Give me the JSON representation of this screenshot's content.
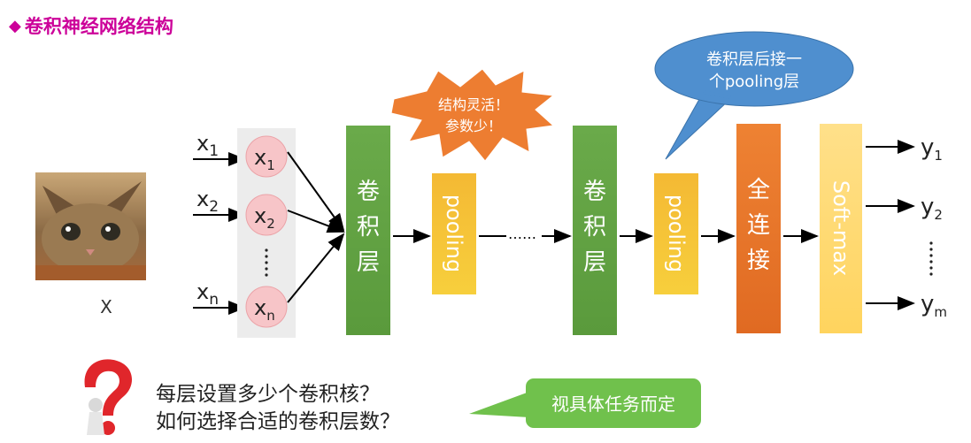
{
  "title": "卷积神经网络结构",
  "input_label": "X",
  "inputs": [
    "x1",
    "x2",
    "xn"
  ],
  "input_sub": [
    "1",
    "2",
    "n"
  ],
  "input_base": "x",
  "neurons": [
    "x1",
    "x2",
    "xn"
  ],
  "conv_label": [
    "卷",
    "积",
    "层"
  ],
  "pooling_label": "pooling",
  "fc_label": [
    "全",
    "连",
    "接"
  ],
  "softmax_label": "Soft-max",
  "dots_label": "……",
  "outputs_base": "y",
  "outputs_sub": [
    "1",
    "2",
    "m"
  ],
  "star_callout": [
    "结构灵活！",
    "参数少！"
  ],
  "bubble_callout": [
    "卷积层后接一",
    "个pooling层"
  ],
  "questions": [
    "每层设置多少个卷积核？",
    "如何选择合适的卷积层数？"
  ],
  "answer_callout": "视具体任务而定",
  "colors": {
    "title": "#cc0099",
    "conv": "#6aaa4a",
    "pooling": "#f5c030",
    "fullconnect": "#ed7b2e",
    "softmax": "#ffd966",
    "star": "#ed7d31",
    "bubble": "#4f8fcf",
    "answer": "#70c14c",
    "neuron": "#f7c5c8"
  }
}
